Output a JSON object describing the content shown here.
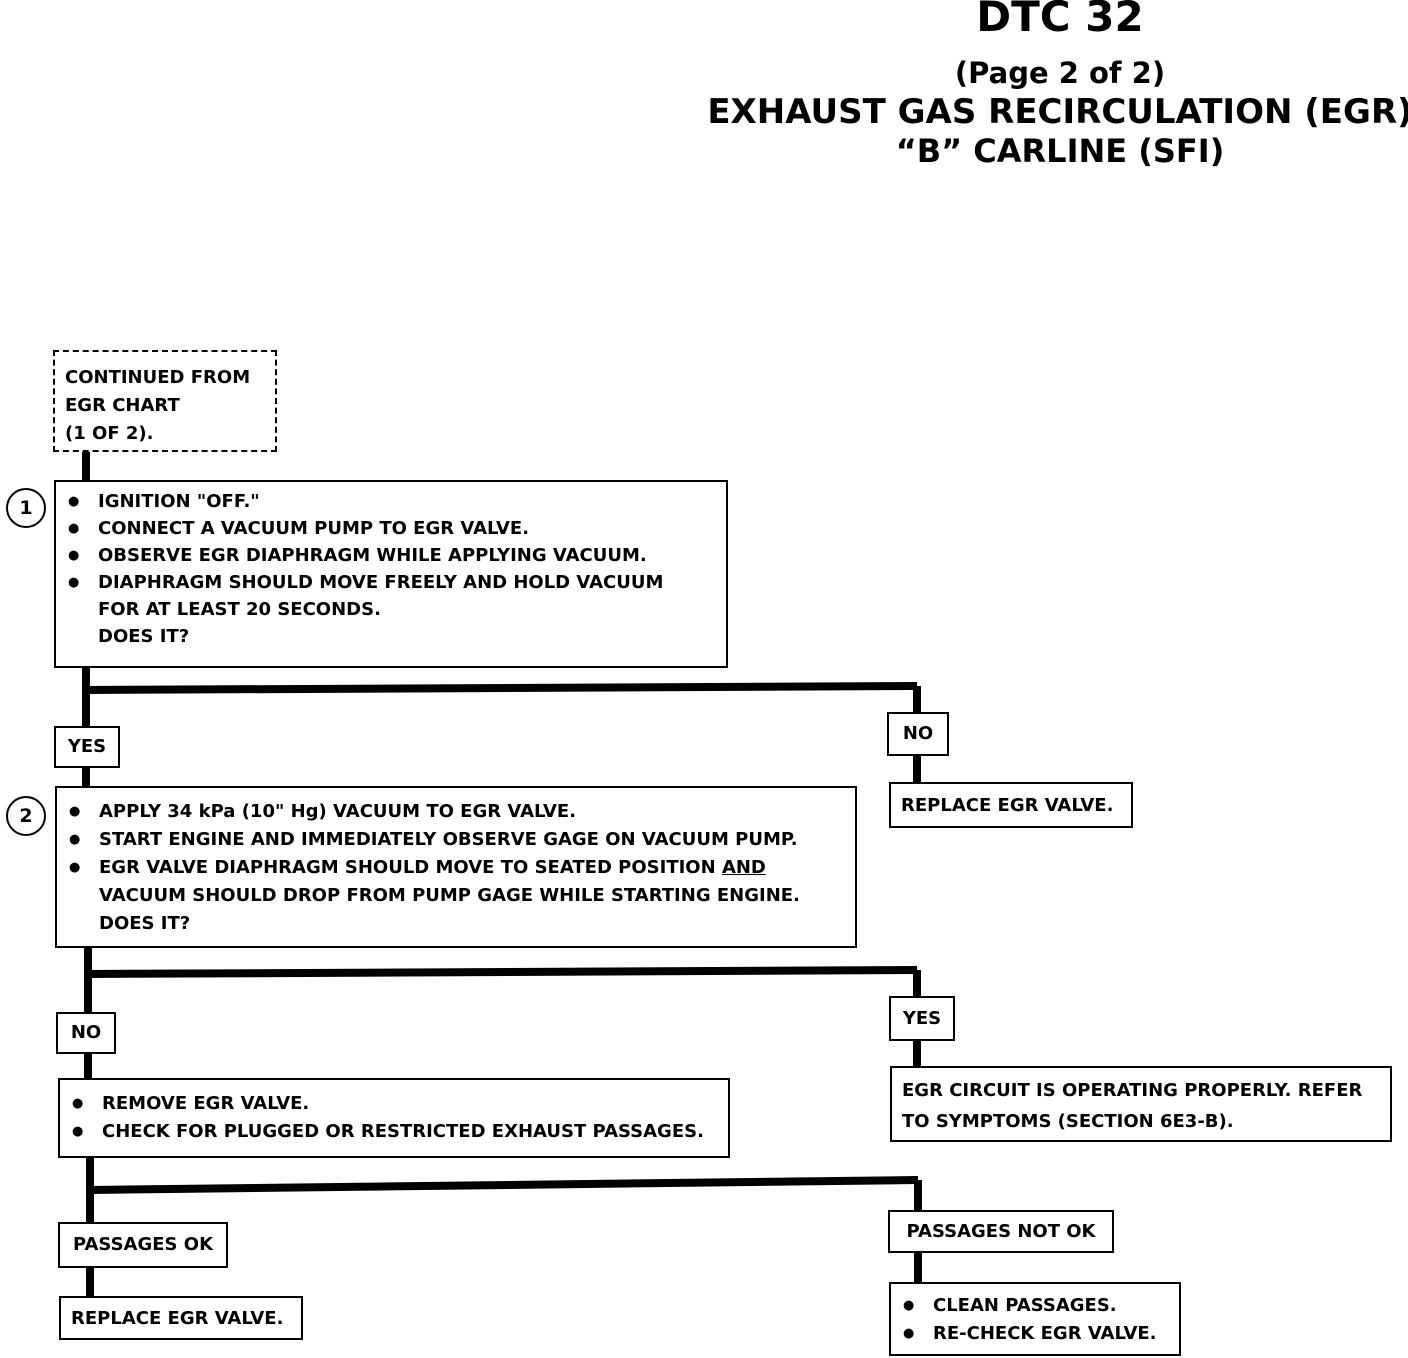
{
  "header": {
    "title": "DTC 32",
    "page": "(Page 2 of 2)",
    "subtitle1": "EXHAUST GAS RECIRCULATION (EGR)",
    "subtitle2": "“B”  CARLINE  (SFI)"
  },
  "start": {
    "lines": [
      "CONTINUED FROM",
      "EGR CHART",
      "(1 OF 2)."
    ]
  },
  "step1": {
    "number": "1",
    "bullets": [
      "IGNITION \"OFF.\"",
      "CONNECT A VACUUM PUMP TO EGR VALVE.",
      "OBSERVE EGR DIAPHRAGM WHILE APPLYING VACUUM.",
      "DIAPHRAGM SHOULD MOVE FREELY AND HOLD VACUUM",
      "FOR AT LEAST 20 SECONDS."
    ],
    "question": "DOES IT?"
  },
  "branch1": {
    "yes": "YES",
    "no": "NO",
    "no_result": "REPLACE EGR VALVE."
  },
  "step2": {
    "number": "2",
    "bullets": [
      "APPLY 34 kPa (10\" Hg) VACUUM TO EGR VALVE.",
      "START ENGINE AND IMMEDIATELY OBSERVE GAGE ON VACUUM PUMP.",
      "EGR VALVE DIAPHRAGM SHOULD MOVE TO SEATED POSITION "
    ],
    "bullet3_emphasis": "AND",
    "bullet3_cont": "VACUUM SHOULD DROP FROM PUMP GAGE WHILE STARTING ENGINE.",
    "question": "DOES IT?"
  },
  "branch2": {
    "no": "NO",
    "yes": "YES",
    "yes_result_line1": "EGR CIRCUIT IS OPERATING PROPERLY.  REFER",
    "yes_result_line2": "TO SYMPTOMS (SECTION 6E3-B)."
  },
  "step3": {
    "bullets": [
      "REMOVE EGR VALVE.",
      "CHECK FOR PLUGGED OR RESTRICTED EXHAUST PASSAGES."
    ]
  },
  "branch3": {
    "ok": "PASSAGES OK",
    "not_ok": "PASSAGES NOT OK",
    "ok_result": "REPLACE EGR VALVE.",
    "not_ok_bullets": [
      "CLEAN PASSAGES.",
      "RE-CHECK EGR VALVE."
    ]
  }
}
